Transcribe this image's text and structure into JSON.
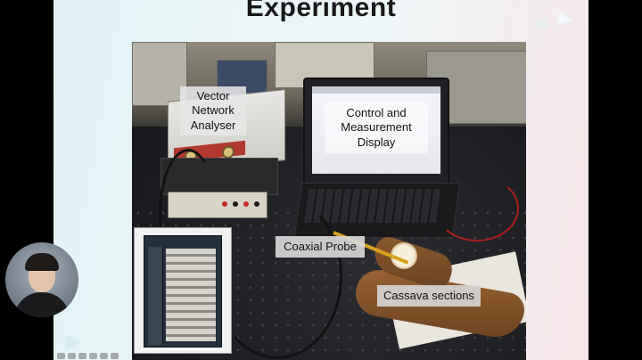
{
  "slide": {
    "title": "Experiment"
  },
  "labels": {
    "vna": [
      "Vector",
      "Network",
      "Analyser"
    ],
    "display": [
      "Control and",
      "Measurement",
      "Display"
    ],
    "probe": "Coaxial Probe",
    "cassava": "Cassava sections"
  },
  "webcam": {
    "icon": "presenter-video-feed"
  },
  "toolbar": {
    "icons": [
      "arrow-left-icon",
      "arrow-right-icon",
      "pen-icon",
      "eraser-icon",
      "zoom-icon",
      "grid-icon"
    ]
  },
  "colors": {
    "slide_bg_left": "#e2f3f6",
    "slide_bg_right": "#f7e6e8",
    "label_bg": "#e6e6e6",
    "probe_gold": "#d6a21f"
  }
}
